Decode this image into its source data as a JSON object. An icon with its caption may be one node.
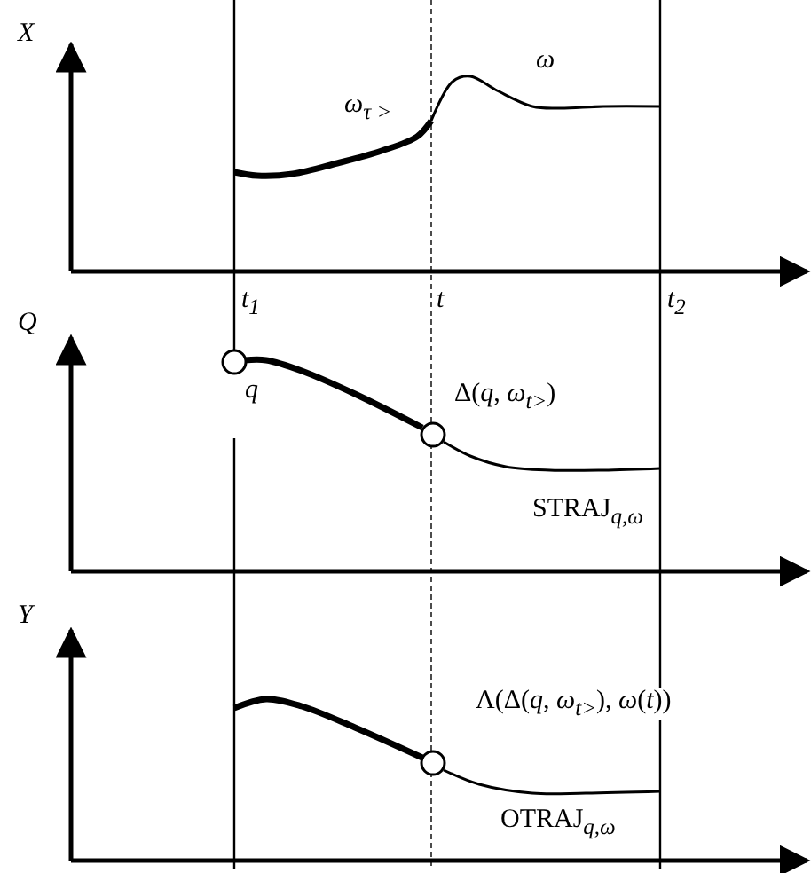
{
  "diagram": {
    "labels": [
      "X",
      "*ω*$_{τ >}$",
      "*ω*",
      "*t*$_{1}$",
      "*t*",
      "*t*$_{2}$",
      "Q",
      "*q*",
      "Δ(*q*, *ω*$_{t>}$)",
      "STRAJ$_{q,ω}$",
      "Y",
      "Λ(Δ(*q*, *ω*$_{t>}$), *ω*(*t*))",
      "OTRAJ$_{q,ω}$"
    ]
  }
}
